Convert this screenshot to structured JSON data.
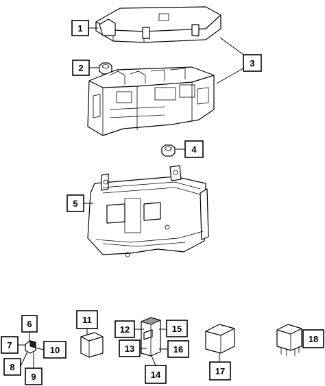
{
  "diagram": {
    "callouts": [
      {
        "id": "c1",
        "label": "1"
      },
      {
        "id": "c2",
        "label": "2"
      },
      {
        "id": "c3",
        "label": "3"
      },
      {
        "id": "c4",
        "label": "4"
      },
      {
        "id": "c5",
        "label": "5"
      },
      {
        "id": "c6",
        "label": "6"
      },
      {
        "id": "c7",
        "label": "7"
      },
      {
        "id": "c8",
        "label": "8"
      },
      {
        "id": "c9",
        "label": "9"
      },
      {
        "id": "c10",
        "label": "10"
      },
      {
        "id": "c11",
        "label": "11"
      },
      {
        "id": "c12",
        "label": "12"
      },
      {
        "id": "c13",
        "label": "13"
      },
      {
        "id": "c14",
        "label": "14"
      },
      {
        "id": "c15",
        "label": "15"
      },
      {
        "id": "c16",
        "label": "16"
      },
      {
        "id": "c17",
        "label": "17"
      },
      {
        "id": "c18",
        "label": "18"
      }
    ],
    "line_color": "#000000",
    "background": "#ffffff"
  }
}
